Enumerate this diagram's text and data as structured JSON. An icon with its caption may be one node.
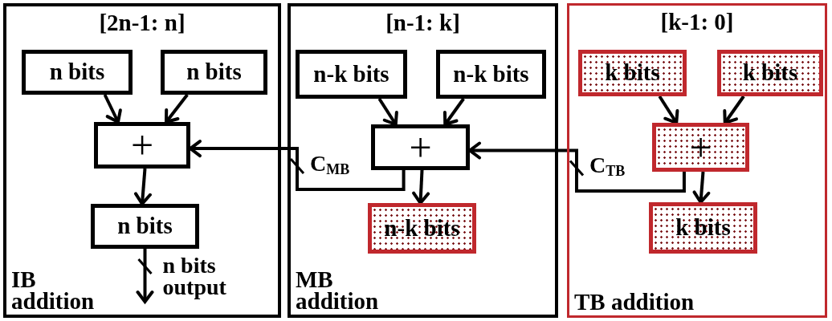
{
  "diagram": {
    "nodes": [
      {
        "text": [
          "[2n-1: n]",
          "IB addition"
        ]
      },
      {
        "text": [
          "n bits"
        ],
        "in": 0
      },
      {
        "text": [
          "n bits"
        ],
        "in": 0
      },
      {
        "text": [
          "+"
        ],
        "in": 0
      },
      {
        "text": [
          "n bits"
        ],
        "in": 0
      },
      {
        "text": [
          "[n-1: k]",
          "MB addition"
        ]
      },
      {
        "text": [
          "n-k bits"
        ],
        "in": 5
      },
      {
        "text": [
          "n-k bits"
        ],
        "in": 5
      },
      {
        "text": [
          "+"
        ],
        "in": 5
      },
      {
        "text": [
          "n-k bits"
        ],
        "in": 5
      },
      {
        "text": [
          "[k-1: 0]",
          "TB addition"
        ]
      },
      {
        "text": [
          "k bits"
        ],
        "in": 10
      },
      {
        "text": [
          "k bits"
        ],
        "in": 10
      },
      {
        "text": [
          "+"
        ],
        "in": 10
      },
      {
        "text": [
          "k bits"
        ],
        "in": 10
      }
    ],
    "edges": [
      {
        "from": 1,
        "to": 3,
        "arrow": "to"
      },
      {
        "from": 2,
        "to": 3,
        "arrow": "to"
      },
      {
        "from": 3,
        "to": 4,
        "arrow": "to"
      },
      {
        "from": 4,
        "to": null,
        "arrow": "to",
        "label": "n bits output"
      },
      {
        "from": 6,
        "to": 8,
        "arrow": "to"
      },
      {
        "from": 7,
        "to": 8,
        "arrow": "to"
      },
      {
        "from": 8,
        "to": 9,
        "arrow": "to"
      },
      {
        "from": 8,
        "to": 3,
        "arrow": "to",
        "label": "C$_{MB}$"
      },
      {
        "from": 11,
        "to": 13,
        "arrow": "to"
      },
      {
        "from": 12,
        "to": 13,
        "arrow": "to"
      },
      {
        "from": 13,
        "to": 14,
        "arrow": "to"
      },
      {
        "from": 13,
        "to": 8,
        "arrow": "to",
        "label": "C$_{TB}$"
      }
    ]
  }
}
